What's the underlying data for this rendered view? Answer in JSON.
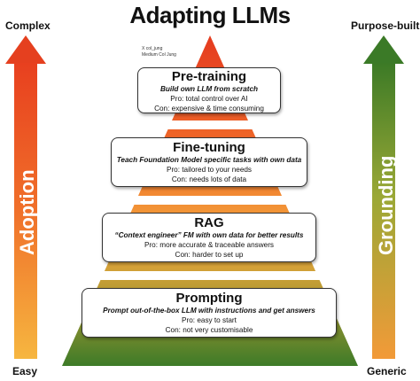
{
  "title": "Adapting LLMs",
  "left_axis": {
    "top_label": "Complex",
    "bottom_label": "Easy",
    "arrow_label": "Adoption"
  },
  "right_axis": {
    "top_label": "Purpose-built",
    "bottom_label": "Generic",
    "arrow_label": "Grounding"
  },
  "credits": {
    "x_handle": "X col_jung",
    "medium_handle": "Medium Col Jung"
  },
  "tiers": [
    {
      "name": "Pre-training",
      "subtitle": "Build own LLM from scratch",
      "pro": "Pro: total control over AI",
      "con": "Con: expensive & time consuming"
    },
    {
      "name": "Fine-tuning",
      "subtitle": "Teach Foundation Model specific tasks with own data",
      "pro": "Pro: tailored to your needs",
      "con": "Con: needs lots of data"
    },
    {
      "name": "RAG",
      "subtitle": "“Context engineer” FM with own data for better results",
      "pro": "Pro: more accurate & traceable answers",
      "con": "Con: harder to set up"
    },
    {
      "name": "Prompting",
      "subtitle": "Prompt out-of-the-box LLM with instructions and get answers",
      "pro": "Pro: easy to start",
      "con": "Con: not very customisable"
    }
  ],
  "colors": {
    "red": "#e53b1f",
    "orange": "#f2a33a",
    "green": "#3f7d2a"
  }
}
